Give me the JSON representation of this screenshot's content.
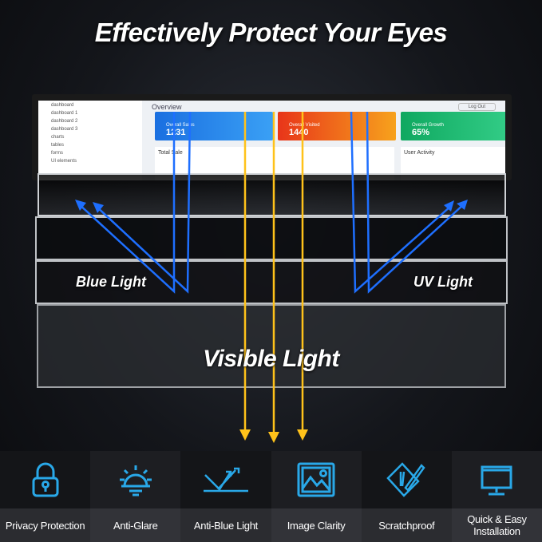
{
  "title": "Effectively Protect Your Eyes",
  "screen": {
    "sidebar": [
      "dashboard",
      "dashboard 1",
      "dashboard 2",
      "dashboard 3",
      "charts",
      "tables",
      "forms",
      "UI elements"
    ],
    "overview": "Overview",
    "logout": "Log Out",
    "cards": [
      {
        "label": "Overall Sales",
        "value": "1231",
        "color": "#1e7ee8"
      },
      {
        "label": "Overall Visited",
        "value": "1440",
        "color": "#f0461c"
      },
      {
        "label": "Overall Growth",
        "value": "65%",
        "color": "#17b26a"
      }
    ],
    "total_sale": "Total Sale",
    "user_activity": "User Activity"
  },
  "labels": {
    "blue": "Blue Light",
    "uv": "UV Light",
    "visible": "Visible Light"
  },
  "colors": {
    "blue_ray": "#1e6fff",
    "yellow_ray": "#ffc21a",
    "icon": "#29a8e8"
  },
  "features": [
    {
      "icon": "padlock-icon",
      "label": "Privacy Protection"
    },
    {
      "icon": "sun-glare-icon",
      "label": "Anti-Glare"
    },
    {
      "icon": "blue-light-reflect-icon",
      "label": "Anti-Blue Light"
    },
    {
      "icon": "image-icon",
      "label": "Image Clarity"
    },
    {
      "icon": "scratch-pen-icon",
      "label": "Scratchproof"
    },
    {
      "icon": "monitor-icon",
      "label": "Quick & Easy Installation"
    }
  ]
}
